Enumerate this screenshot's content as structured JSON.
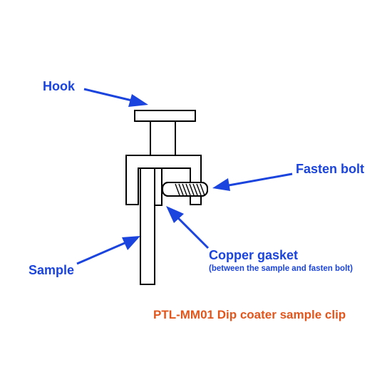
{
  "labels": {
    "hook": "Hook",
    "fasten_bolt": "Fasten bolt",
    "sample": "Sample",
    "copper_gasket": "Copper gasket",
    "copper_gasket_note": "(between the sample and fasten bolt)"
  },
  "caption": "PTL-MM01 Dip coater sample clip",
  "colors": {
    "label": "#1a44dd",
    "caption": "#e2561c",
    "outline": "#000000"
  }
}
